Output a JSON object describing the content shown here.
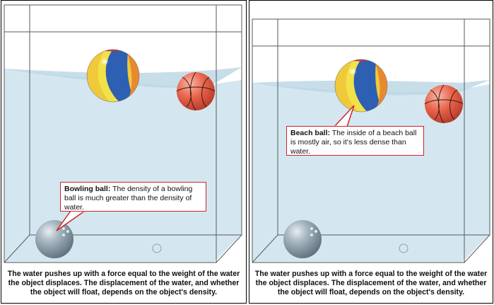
{
  "panels": [
    {
      "callout_title": "Bowling ball:",
      "callout_text": "The density of a bowling ball is much greater than the density of water.",
      "caption": "The water pushes up with a force equal to the weight of the water the object displaces. The displacement of the water, and whether the object will float, depends on the object's density."
    },
    {
      "callout_title": "Beach ball:",
      "callout_text": "The inside of a beach ball is mostly air, so it's less dense than water.",
      "caption": "The water pushes up with a force equal to the weight of the water the object displaces. The displacement of the water, and whether the object will float, depends on the object's density."
    }
  ],
  "colors": {
    "water": "#d4e7f0",
    "water_surface": "#b9d6e4",
    "callout_border": "#d0242b",
    "tank_line": "#5a5a5a"
  }
}
